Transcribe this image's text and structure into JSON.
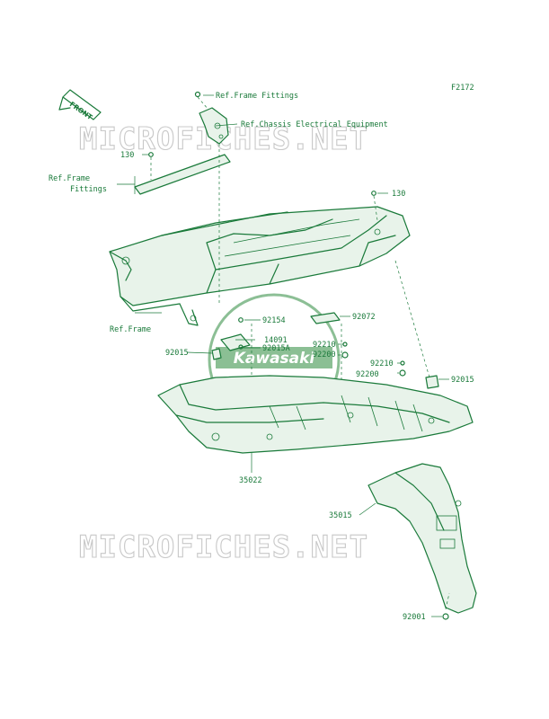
{
  "figure_code": "F2172",
  "front_label": "FRONT",
  "watermark": "MICROFICHES.NET",
  "logo": "Kawasaki",
  "colors": {
    "line": "#1a7a3a",
    "watermark": "#c8c8c8",
    "logo": "#2e8b3e",
    "background": "#ffffff"
  },
  "labels": {
    "ref_frame_fittings_top": "Ref.Frame Fittings",
    "ref_chassis_electrical": "Ref.Chassis Electrical Equipment",
    "p130_left": "130",
    "ref_frame_fittings_left_1": "Ref.Frame",
    "ref_frame_fittings_left_2": "Fittings",
    "p130_right": "130",
    "ref_frame": "Ref.Frame",
    "p92154": "92154",
    "p92072": "92072",
    "p14091": "14091",
    "p92015a": "92015A",
    "p92015_left": "92015",
    "p92210_a": "92210",
    "p92200_a": "92200",
    "p92210_b": "92210",
    "p92200_b": "92200",
    "p92015_right": "92015",
    "p35022": "35022",
    "p35015": "35015",
    "p92001": "92001"
  }
}
